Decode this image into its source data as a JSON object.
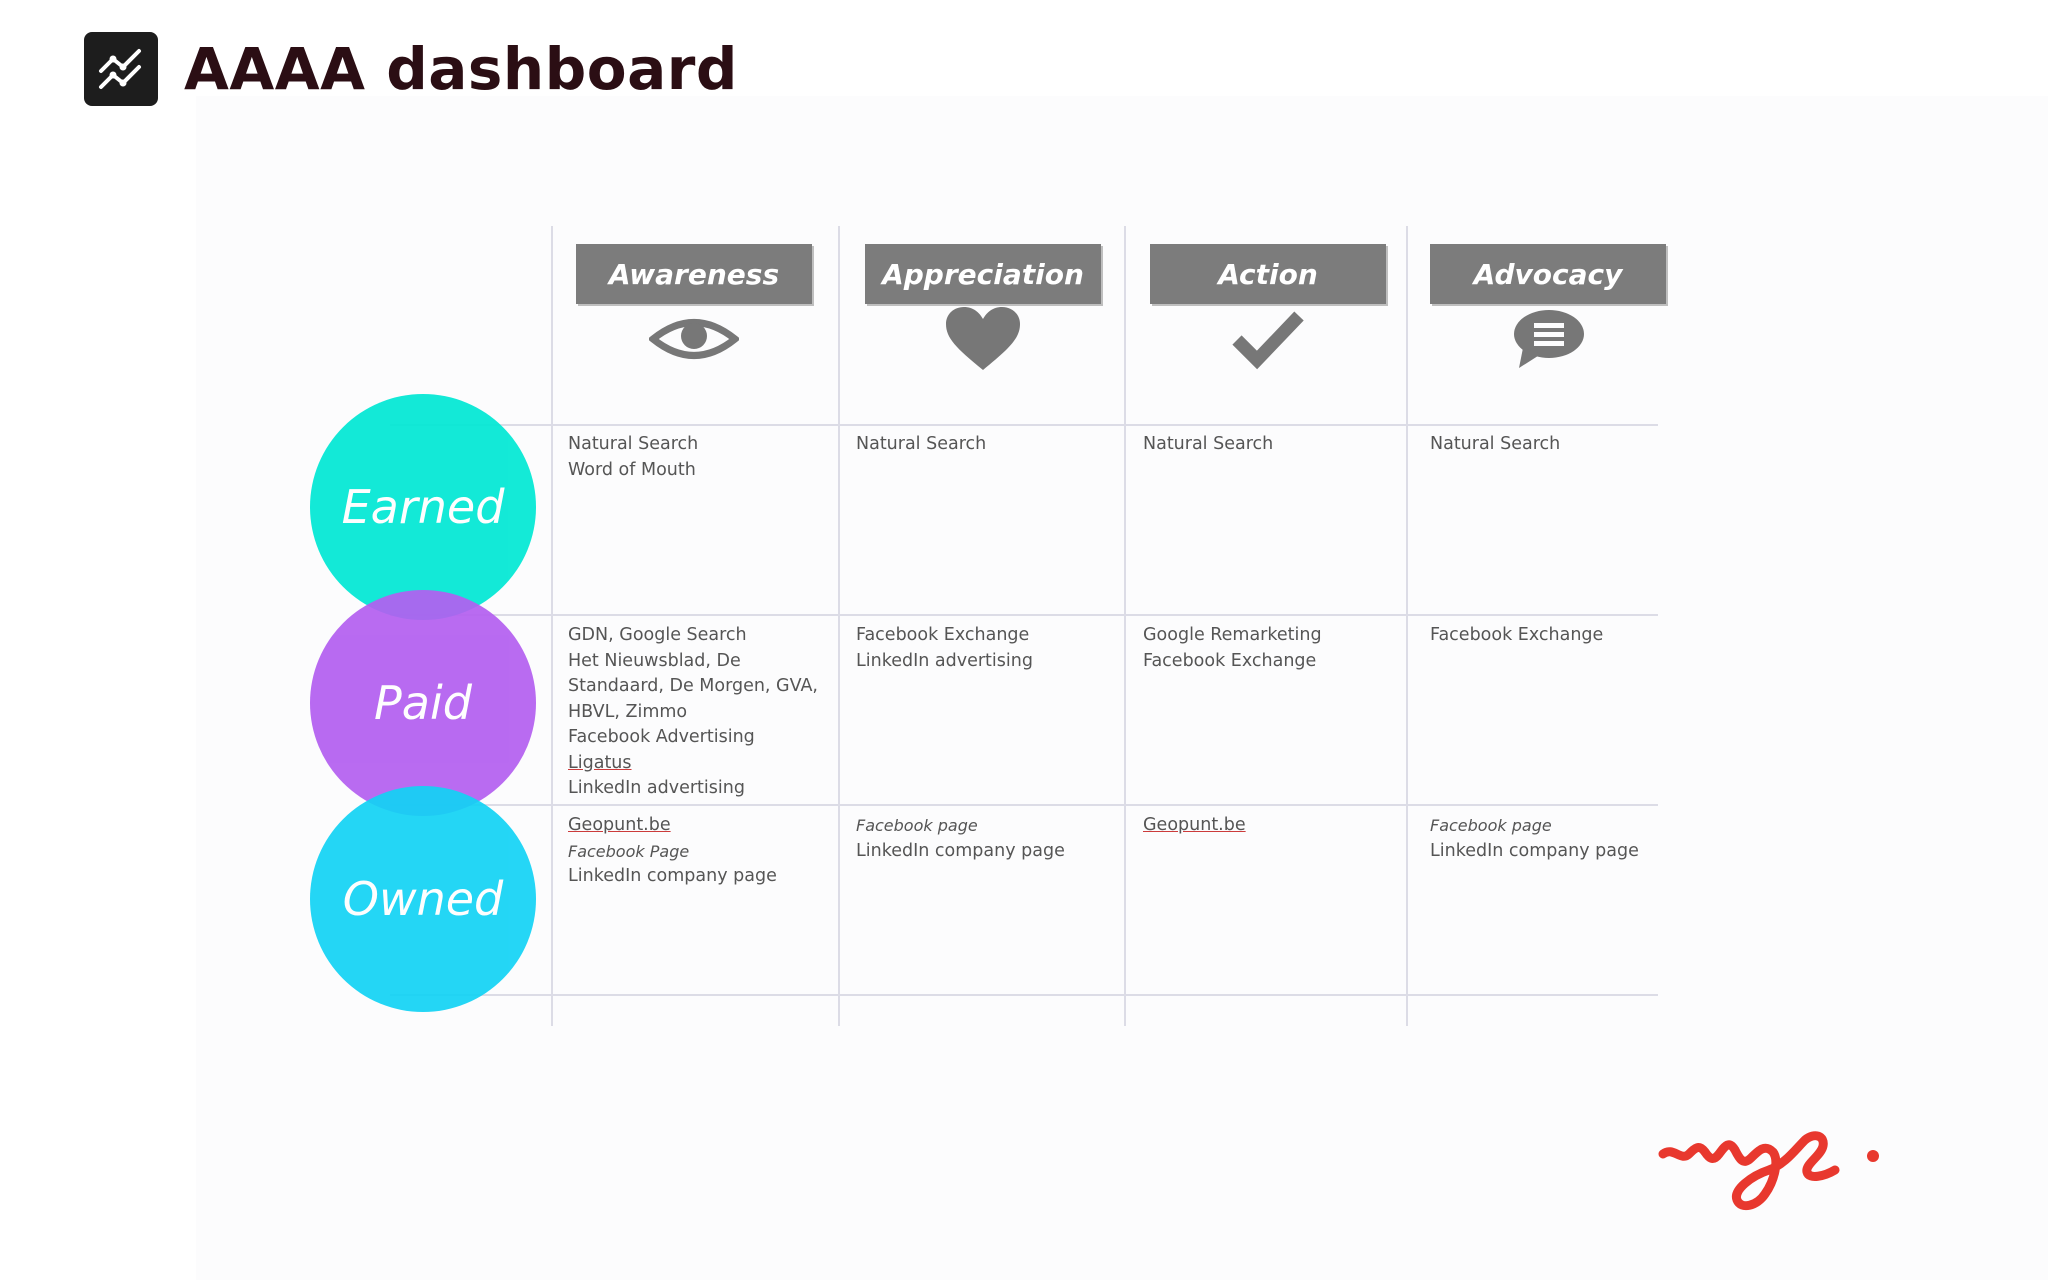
{
  "header": {
    "title": "AAAA dashboard",
    "icon": "trend-chart-icon"
  },
  "columns": [
    {
      "label": "Awareness",
      "icon": "eye-icon"
    },
    {
      "label": "Appreciation",
      "icon": "heart-icon"
    },
    {
      "label": "Action",
      "icon": "checkmark-icon"
    },
    {
      "label": "Advocacy",
      "icon": "chat-bubble-icon"
    }
  ],
  "rows": [
    {
      "label": "Earned",
      "color": "#00e8d4",
      "cells": [
        [
          "Natural Search",
          "Word of Mouth"
        ],
        [
          "Natural Search"
        ],
        [
          "Natural Search"
        ],
        [
          "Natural Search"
        ]
      ]
    },
    {
      "label": "Paid",
      "color": "#b35ef0",
      "cells": [
        [
          "GDN, Google Search",
          "Het Nieuwsblad, De Standaard, De Morgen, GVA, HBVL, Zimmo",
          "Facebook Advertising",
          "Ligatus",
          "LinkedIn advertising"
        ],
        [
          "Facebook Exchange",
          "LinkedIn advertising"
        ],
        [
          "Google Remarketing",
          "Facebook Exchange"
        ],
        [
          "Facebook Exchange"
        ]
      ]
    },
    {
      "label": "Owned",
      "color": "#12d3f5",
      "cells": [
        [
          "Geopunt.be",
          "Facebook Page",
          "LinkedIn company page"
        ],
        [
          "Facebook page",
          "LinkedIn company page"
        ],
        [
          "Geopunt.be"
        ],
        [
          "Facebook page",
          "LinkedIn company page"
        ]
      ]
    }
  ],
  "brand": {
    "logo": "handwritten-brand-logo",
    "color": "#e8382e"
  }
}
